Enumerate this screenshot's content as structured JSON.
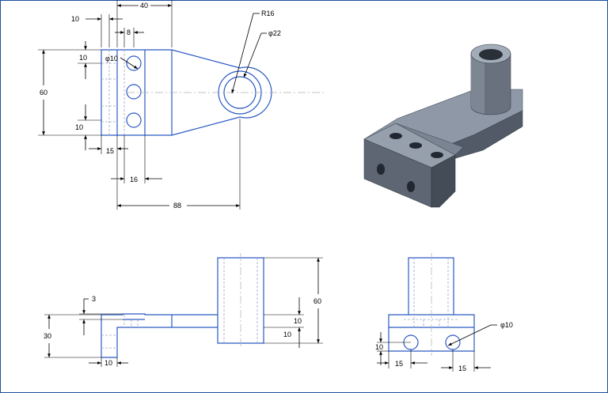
{
  "colors": {
    "part_outline": "#2b59c3",
    "hidden_line": "#9aa6c6",
    "dimension": "#000000",
    "frame": "#1b4f9c",
    "iso_body": "#5b6470"
  },
  "top_view": {
    "dims": {
      "d10_top": "10",
      "d40": "40",
      "d8": "8",
      "r16": "R16",
      "dia22": "φ22",
      "dia10": "φ10",
      "d10_left": "10",
      "d60": "60",
      "d10_lower": "10",
      "d15": "15",
      "d16": "16",
      "d88": "88"
    }
  },
  "front_view": {
    "dims": {
      "d3": "3",
      "d30": "30",
      "d60": "60",
      "d10_a": "10",
      "d10_b": "10",
      "d10_bottom": "10"
    }
  },
  "side_view": {
    "dims": {
      "dia10": "φ10",
      "d10": "10",
      "d15_a": "15",
      "d15_b": "15"
    }
  }
}
